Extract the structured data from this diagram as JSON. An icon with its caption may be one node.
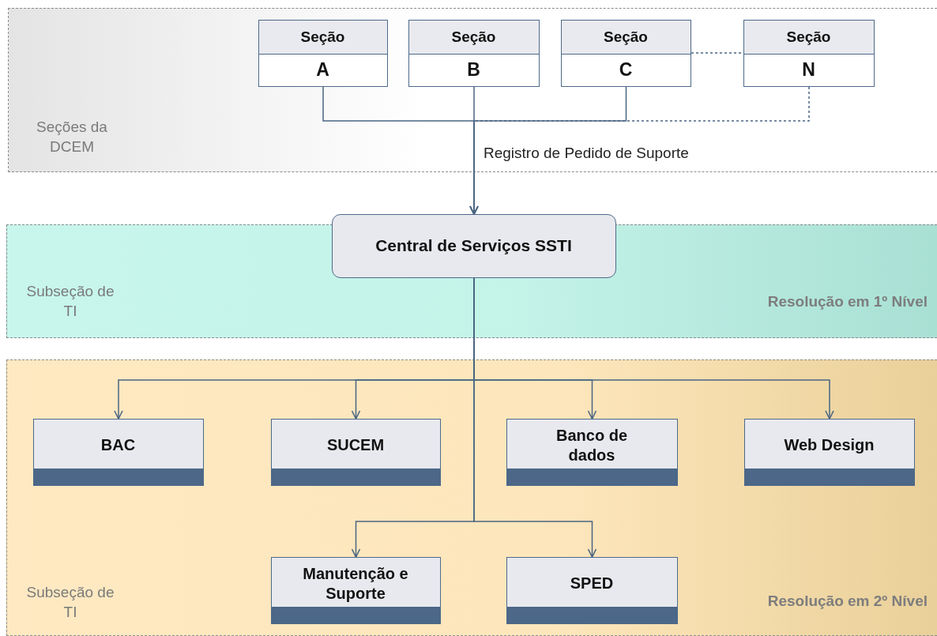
{
  "diagram": {
    "nodes": [
      {
        "text": [
          "Seções da DCEM"
        ]
      },
      {
        "text": [
          "Seção",
          "A"
        ],
        "in": 0
      },
      {
        "text": [
          "Seção",
          "B"
        ],
        "in": 0
      },
      {
        "text": [
          "Seção",
          "C"
        ],
        "in": 0
      },
      {
        "text": [
          "Seção",
          "N"
        ],
        "in": 0
      },
      {
        "text": [
          "Subseção de TI",
          "Resolução em 1º Nível"
        ]
      },
      {
        "text": [
          "Central de Serviços SSTI"
        ],
        "in": 5
      },
      {
        "text": [
          "Subseção de TI",
          "Resolução em 2º Nível"
        ]
      },
      {
        "text": [
          "BAC"
        ],
        "in": 7
      },
      {
        "text": [
          "SUCEM"
        ],
        "in": 7
      },
      {
        "text": [
          "Banco de dados"
        ],
        "in": 7
      },
      {
        "text": [
          "Web Design"
        ],
        "in": 7
      },
      {
        "text": [
          "Manutenção e Suporte"
        ],
        "in": 7
      },
      {
        "text": [
          "SPED"
        ],
        "in": 7
      }
    ],
    "edges": [
      {
        "from": 4,
        "to": 6,
        "arrow": "to",
        "style": "dashed"
      },
      {
        "from": 3,
        "to": 4,
        "arrow": "none",
        "style": "dashed"
      },
      {
        "from": 1,
        "to": 6,
        "arrow": "to"
      },
      {
        "from": 3,
        "to": 6,
        "arrow": "to"
      },
      {
        "from": 2,
        "to": 6,
        "arrow": "to",
        "label": "Registro de Pedido de Suporte"
      },
      {
        "from": 6,
        "to": 8,
        "arrow": "to"
      },
      {
        "from": 6,
        "to": 9,
        "arrow": "to"
      },
      {
        "from": 6,
        "to": 10,
        "arrow": "to"
      },
      {
        "from": 6,
        "to": 11,
        "arrow": "to"
      },
      {
        "from": 6,
        "to": 12,
        "arrow": "to"
      },
      {
        "from": 6,
        "to": 13,
        "arrow": "to"
      }
    ]
  }
}
